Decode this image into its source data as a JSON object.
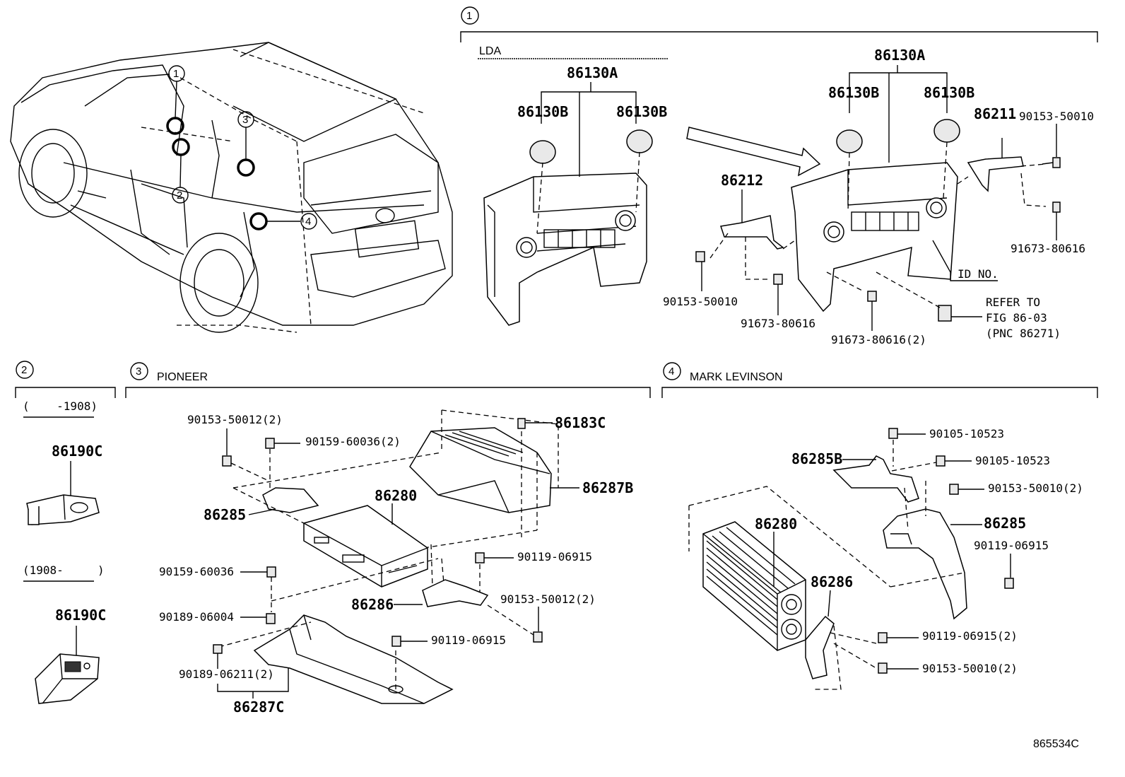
{
  "sections": {
    "s1": {
      "num": "1",
      "label": "LDA"
    },
    "s2": {
      "num": "2",
      "range_a": "(    -1908)",
      "range_b": "(1908-     )"
    },
    "s3": {
      "num": "3",
      "label": "PIONEER"
    },
    "s4": {
      "num": "4",
      "label": "MARK LEVINSON"
    }
  },
  "callouts": [
    "1",
    "2",
    "3",
    "4"
  ],
  "parts": {
    "p86130A_l": "86130A",
    "p86130B_l1": "86130B",
    "p86130B_l2": "86130B",
    "p86130A_r": "86130A",
    "p86130B_r1": "86130B",
    "p86130B_r2": "86130B",
    "p86211": "86211",
    "p86212": "86212",
    "p90153_50010_a": "90153-50010",
    "p90153_50010_b": "90153-50010",
    "p91673_80616_a": "91673-80616",
    "p91673_80616_b": "91673-80616",
    "p91673_80616_2": "91673-80616(2)",
    "id_no": "ID NO.",
    "refer1": "REFER TO",
    "refer2": "FIG 86-03",
    "refer3": "(PNC 86271)",
    "p86190C_a": "86190C",
    "p86190C_b": "86190C",
    "p90153_50012_2a": "90153-50012(2)",
    "p90159_60036_2": "90159-60036(2)",
    "p86183C": "86183C",
    "p86287B": "86287B",
    "p86285_pio": "86285",
    "p86280_pio": "86280",
    "p90119_06915_a": "90119-06915",
    "p90159_60036": "90159-60036",
    "p86286_pio": "86286",
    "p90153_50012_2b": "90153-50012(2)",
    "p90189_06004": "90189-06004",
    "p90119_06915_b": "90119-06915",
    "p90189_06211_2": "90189-06211(2)",
    "p86287C": "86287C",
    "p90105_10523_a": "90105-10523",
    "p86285B": "86285B",
    "p90105_10523_b": "90105-10523",
    "p90153_50010_2a": "90153-50010(2)",
    "p86285_ml": "86285",
    "p86280_ml": "86280",
    "p90119_06915_c": "90119-06915",
    "p86286_ml": "86286",
    "p90119_06915_2": "90119-06915(2)",
    "p90153_50010_2b": "90153-50010(2)"
  },
  "figure_code": "865534C"
}
